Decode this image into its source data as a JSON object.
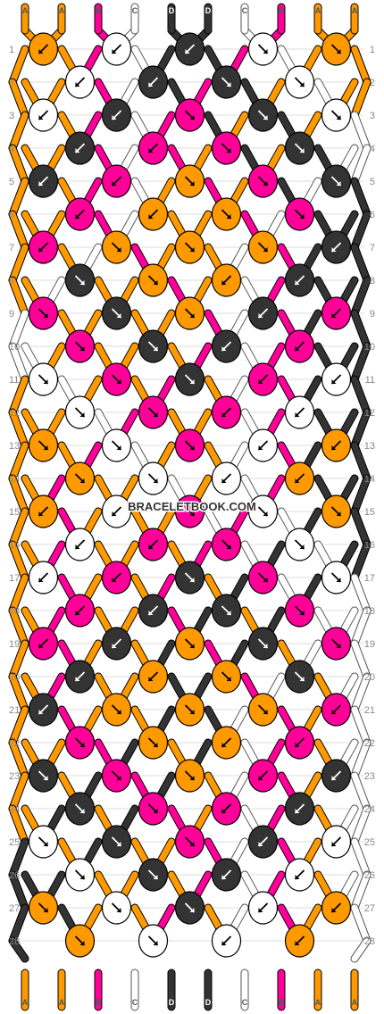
{
  "watermark": "BRACELETBOOK.COM",
  "strand_colors": {
    "A": "#ff9900",
    "B": "#ff0099",
    "C": "#ffffff",
    "D": "#333333"
  },
  "top_strands": [
    "A",
    "A",
    "B",
    "C",
    "D",
    "D",
    "C",
    "B",
    "A",
    "A"
  ],
  "bottom_strands": [
    "A",
    "A",
    "B",
    "C",
    "D",
    "D",
    "C",
    "B",
    "A",
    "A"
  ],
  "row_labels": [
    "1",
    "2",
    "3",
    "4",
    "5",
    "6",
    "7",
    "8",
    "9",
    "10",
    "11",
    "12",
    "13",
    "14",
    "15",
    "16",
    "17",
    "18",
    "19",
    "20",
    "21",
    "22",
    "23",
    "24",
    "25",
    "26",
    "27",
    "28"
  ],
  "knots": [
    [
      {
        "c": "A",
        "d": "SW"
      },
      {
        "c": "C",
        "d": "SW"
      },
      {
        "c": "D",
        "d": "SW"
      },
      {
        "c": "C",
        "d": "SE"
      },
      {
        "c": "A",
        "d": "SE"
      }
    ],
    [
      {
        "c": "C",
        "d": "SW"
      },
      {
        "c": "D",
        "d": "SW"
      },
      {
        "c": "D",
        "d": "SE"
      },
      {
        "c": "C",
        "d": "SE"
      }
    ],
    [
      {
        "c": "C",
        "d": "SW"
      },
      {
        "c": "D",
        "d": "SW"
      },
      {
        "c": "B",
        "d": "SE"
      },
      {
        "c": "D",
        "d": "SE"
      },
      {
        "c": "C",
        "d": "SE"
      }
    ],
    [
      {
        "c": "D",
        "d": "SW"
      },
      {
        "c": "B",
        "d": "SW"
      },
      {
        "c": "B",
        "d": "SE"
      },
      {
        "c": "D",
        "d": "SE"
      }
    ],
    [
      {
        "c": "D",
        "d": "SW"
      },
      {
        "c": "B",
        "d": "SW"
      },
      {
        "c": "A",
        "d": "SE"
      },
      {
        "c": "B",
        "d": "SE"
      },
      {
        "c": "D",
        "d": "SE"
      }
    ],
    [
      {
        "c": "B",
        "d": "SW"
      },
      {
        "c": "A",
        "d": "SW"
      },
      {
        "c": "A",
        "d": "SE"
      },
      {
        "c": "B",
        "d": "SE"
      }
    ],
    [
      {
        "c": "B",
        "d": "SW"
      },
      {
        "c": "A",
        "d": "SE"
      },
      {
        "c": "A",
        "d": "SE"
      },
      {
        "c": "A",
        "d": "SE"
      },
      {
        "c": "D",
        "d": "SW"
      }
    ],
    [
      {
        "c": "D",
        "d": "SE"
      },
      {
        "c": "A",
        "d": "SE"
      },
      {
        "c": "A",
        "d": "SW"
      },
      {
        "c": "D",
        "d": "SW"
      }
    ],
    [
      {
        "c": "B",
        "d": "SE"
      },
      {
        "c": "D",
        "d": "SE"
      },
      {
        "c": "A",
        "d": "SE"
      },
      {
        "c": "D",
        "d": "SW"
      },
      {
        "c": "B",
        "d": "SW"
      }
    ],
    [
      {
        "c": "B",
        "d": "SE"
      },
      {
        "c": "D",
        "d": "SE"
      },
      {
        "c": "D",
        "d": "SW"
      },
      {
        "c": "B",
        "d": "SW"
      }
    ],
    [
      {
        "c": "C",
        "d": "SE"
      },
      {
        "c": "B",
        "d": "SE"
      },
      {
        "c": "D",
        "d": "SE"
      },
      {
        "c": "B",
        "d": "SW"
      },
      {
        "c": "C",
        "d": "SW"
      }
    ],
    [
      {
        "c": "C",
        "d": "SE"
      },
      {
        "c": "B",
        "d": "SE"
      },
      {
        "c": "B",
        "d": "SW"
      },
      {
        "c": "C",
        "d": "SW"
      }
    ],
    [
      {
        "c": "A",
        "d": "SE"
      },
      {
        "c": "C",
        "d": "SE"
      },
      {
        "c": "B",
        "d": "SE"
      },
      {
        "c": "C",
        "d": "SW"
      },
      {
        "c": "A",
        "d": "SW"
      }
    ],
    [
      {
        "c": "A",
        "d": "SE"
      },
      {
        "c": "C",
        "d": "SE"
      },
      {
        "c": "C",
        "d": "SW"
      },
      {
        "c": "A",
        "d": "SW"
      }
    ],
    [
      {
        "c": "A",
        "d": "SW"
      },
      {
        "c": "C",
        "d": "SW"
      },
      {
        "c": "B",
        "d": "SE"
      },
      {
        "c": "C",
        "d": "SE"
      },
      {
        "c": "A",
        "d": "SE"
      }
    ],
    [
      {
        "c": "C",
        "d": "SW"
      },
      {
        "c": "B",
        "d": "SW"
      },
      {
        "c": "B",
        "d": "SE"
      },
      {
        "c": "C",
        "d": "SE"
      }
    ],
    [
      {
        "c": "C",
        "d": "SW"
      },
      {
        "c": "B",
        "d": "SW"
      },
      {
        "c": "D",
        "d": "SE"
      },
      {
        "c": "B",
        "d": "SE"
      },
      {
        "c": "C",
        "d": "SE"
      }
    ],
    [
      {
        "c": "B",
        "d": "SW"
      },
      {
        "c": "D",
        "d": "SW"
      },
      {
        "c": "D",
        "d": "SE"
      },
      {
        "c": "B",
        "d": "SE"
      }
    ],
    [
      {
        "c": "B",
        "d": "SW"
      },
      {
        "c": "D",
        "d": "SW"
      },
      {
        "c": "A",
        "d": "SE"
      },
      {
        "c": "D",
        "d": "SE"
      },
      {
        "c": "B",
        "d": "SE"
      }
    ],
    [
      {
        "c": "D",
        "d": "SW"
      },
      {
        "c": "A",
        "d": "SW"
      },
      {
        "c": "A",
        "d": "SE"
      },
      {
        "c": "D",
        "d": "SE"
      }
    ],
    [
      {
        "c": "D",
        "d": "SW"
      },
      {
        "c": "A",
        "d": "SE"
      },
      {
        "c": "A",
        "d": "SE"
      },
      {
        "c": "A",
        "d": "SE"
      },
      {
        "c": "B",
        "d": "SW"
      }
    ],
    [
      {
        "c": "B",
        "d": "SE"
      },
      {
        "c": "A",
        "d": "SE"
      },
      {
        "c": "A",
        "d": "SW"
      },
      {
        "c": "B",
        "d": "SW"
      }
    ],
    [
      {
        "c": "D",
        "d": "SE"
      },
      {
        "c": "B",
        "d": "SE"
      },
      {
        "c": "A",
        "d": "SE"
      },
      {
        "c": "B",
        "d": "SW"
      },
      {
        "c": "D",
        "d": "SW"
      }
    ],
    [
      {
        "c": "D",
        "d": "SE"
      },
      {
        "c": "B",
        "d": "SE"
      },
      {
        "c": "B",
        "d": "SW"
      },
      {
        "c": "D",
        "d": "SW"
      }
    ],
    [
      {
        "c": "C",
        "d": "SE"
      },
      {
        "c": "D",
        "d": "SE"
      },
      {
        "c": "B",
        "d": "SE"
      },
      {
        "c": "D",
        "d": "SW"
      },
      {
        "c": "C",
        "d": "SW"
      }
    ],
    [
      {
        "c": "C",
        "d": "SE"
      },
      {
        "c": "D",
        "d": "SE"
      },
      {
        "c": "D",
        "d": "SW"
      },
      {
        "c": "C",
        "d": "SW"
      }
    ],
    [
      {
        "c": "A",
        "d": "SE"
      },
      {
        "c": "C",
        "d": "SE"
      },
      {
        "c": "D",
        "d": "SE"
      },
      {
        "c": "C",
        "d": "SW"
      },
      {
        "c": "A",
        "d": "SW"
      }
    ],
    [
      {
        "c": "A",
        "d": "SE"
      },
      {
        "c": "C",
        "d": "SE"
      },
      {
        "c": "C",
        "d": "SW"
      },
      {
        "c": "A",
        "d": "SW"
      }
    ]
  ]
}
